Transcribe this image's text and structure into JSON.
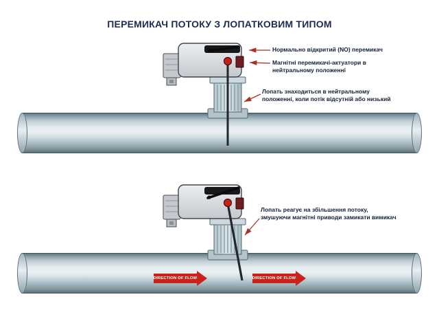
{
  "title": "ПЕРЕМИКАЧ ПОТОКУ З ЛОПАТКОВИМ ТИПОМ",
  "top_diagram": {
    "annotation_switch": "Нормально відкритий (NO) перемикач",
    "annotation_actuators": "Магнітні перемикачі-актуатори в\nнейтральному положенні",
    "annotation_vane": "Лопать знаходиться в нейтральному\nположенні, коли потік відсутній або низький"
  },
  "bottom_diagram": {
    "annotation_vane": "Лопать реагує на збільшення потоку,\nзмушуючи магнітні приводи замикати вимикач",
    "flow_arrow_label": "DIRECTION OF FLOW"
  },
  "colors": {
    "title_text": "#1c2c4e",
    "annotation_text": "#121f38",
    "leader_arrow": "#a93226",
    "flow_arrow": "#c8231a",
    "pipe_light": "#e9f0f2",
    "pipe_dark": "#5d717a",
    "device_body": "#d6dadd",
    "magnetic_actuator": "#6e1d20",
    "pivot_magnet": "#c22418",
    "vane": "#23262a"
  }
}
